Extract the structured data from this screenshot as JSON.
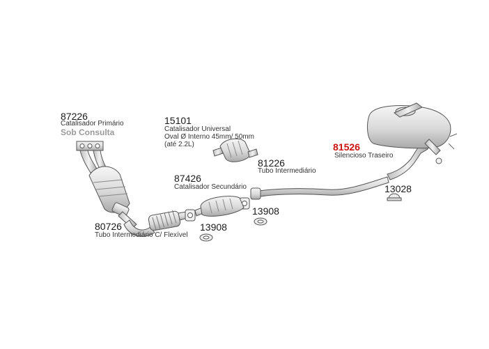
{
  "parts": [
    {
      "key": "p87226",
      "code": "87226",
      "description": "Catalisador Primário",
      "note": "Sob Consulta"
    },
    {
      "key": "p15101",
      "code": "15101",
      "description_lines": [
        "Catalisador Universal",
        "Oval Ø Interno 45mm/ 50mm",
        "(até 2.2L)"
      ]
    },
    {
      "key": "p81226",
      "code": "81226",
      "description": "Tubo Intermediário"
    },
    {
      "key": "p87426",
      "code": "87426",
      "description": "Catalisador Secundário"
    },
    {
      "key": "p81526",
      "code": "81526",
      "description": "Silencioso Traseiro",
      "highlight": true
    },
    {
      "key": "p13028",
      "code": "13028"
    },
    {
      "key": "p13908a",
      "code": "13908"
    },
    {
      "key": "p13908b",
      "code": "13908"
    },
    {
      "key": "p80726",
      "code": "80726",
      "description": "Tubo Intermediário C/ Flexível"
    }
  ],
  "colors": {
    "highlight_code": "#cc1111",
    "note_text": "#9a9a9a",
    "part_fill": "#e9e9e9",
    "part_shade": "#bdbdbd",
    "part_outline": "#555555"
  }
}
